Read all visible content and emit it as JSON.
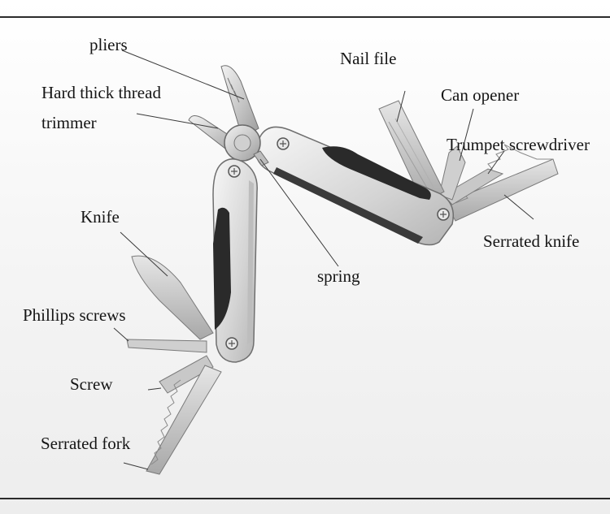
{
  "labels": {
    "pliers": "pliers",
    "thread_trimmer_line1": "Hard thick thread",
    "thread_trimmer_line2": "trimmer",
    "nail_file": "Nail file",
    "can_opener": "Can opener",
    "trumpet_screwdriver": "Trumpet screwdriver",
    "serrated_knife": "Serrated knife",
    "knife": "Knife",
    "spring": "spring",
    "phillips_screws": "Phillips screws",
    "screw": "Screw",
    "serrated_fork": "Serrated fork"
  },
  "colors": {
    "background": "#f4f4f4",
    "frame": "#2b2b2b",
    "steel": "#d9d9d9",
    "handle_black": "#2a2a2a",
    "text": "#151515",
    "leader": "#3a3a3a"
  }
}
